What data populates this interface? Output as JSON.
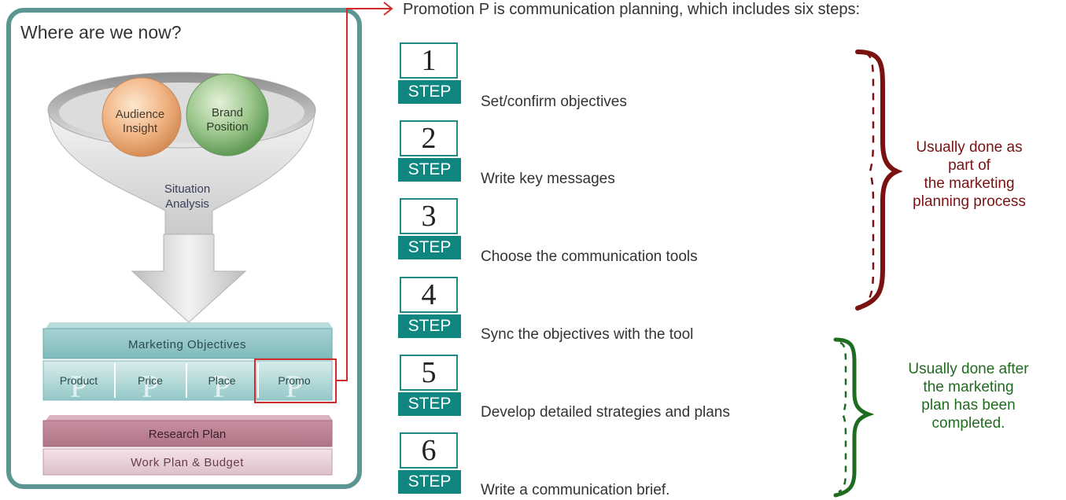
{
  "left_panel": {
    "title": "Where are we now?",
    "funnel": {
      "bubble_left": [
        "Audience",
        "Insight"
      ],
      "bubble_right": [
        "Brand",
        "Position"
      ],
      "label": [
        "Situation",
        "Analysis"
      ]
    },
    "marketing_objectives": "Marketing Objectives",
    "four_ps": [
      "Product",
      "Price",
      "Place",
      "Promo"
    ],
    "research_plan": "Research Plan",
    "work_plan": "Work Plan & Budget"
  },
  "header": "Promotion P is communication planning, which includes six steps:",
  "step_tag": "STEP",
  "steps": [
    {
      "num": "1",
      "text": "Set/confirm objectives"
    },
    {
      "num": "2",
      "text": "Write key messages"
    },
    {
      "num": "3",
      "text": "Choose the communication tools"
    },
    {
      "num": "4",
      "text": "Sync the objectives with the tool"
    },
    {
      "num": "5",
      "text": "Develop detailed strategies and plans"
    },
    {
      "num": "6",
      "text": "Write a communication brief."
    }
  ],
  "notes": {
    "marketing_planning": [
      "Usually done as",
      "part of",
      "the marketing",
      "planning process"
    ],
    "after_plan": [
      "Usually done after",
      "the marketing",
      "plan has been",
      "completed."
    ]
  },
  "colors": {
    "panel_border": "#5b9693",
    "step_teal": "#0f8680",
    "highlight_red": "#d22b2b",
    "brace_red": "#7a1212",
    "brace_green": "#1f6b1f"
  }
}
